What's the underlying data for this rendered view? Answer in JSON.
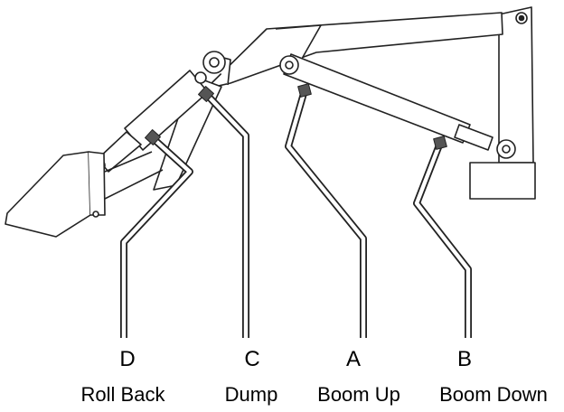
{
  "ports": [
    {
      "letter": "D",
      "name": "Roll Back"
    },
    {
      "letter": "C",
      "name": "Dump"
    },
    {
      "letter": "A",
      "name": "Boom Up"
    },
    {
      "letter": "B",
      "name": "Boom Down"
    }
  ],
  "colors": {
    "line": "#222222",
    "fill": "#ffffff",
    "fitting": "#555555"
  }
}
